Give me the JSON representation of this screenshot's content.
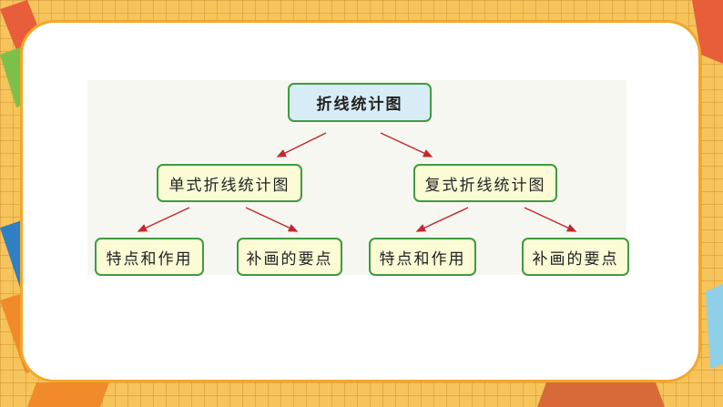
{
  "diagram": {
    "root": "折线统计图",
    "branches": [
      {
        "label": "单式折线统计图",
        "children": [
          "特点和作用",
          "补画的要点"
        ]
      },
      {
        "label": "复式折线统计图",
        "children": [
          "特点和作用",
          "补画的要点"
        ]
      }
    ]
  },
  "colors": {
    "background": "#f6c45a",
    "card_border": "#f1a82b",
    "node_border": "#3f9b3f",
    "root_fill": "#d7ecf6",
    "node_fill": "#fbfbd6",
    "arrow": "#c0282c"
  }
}
